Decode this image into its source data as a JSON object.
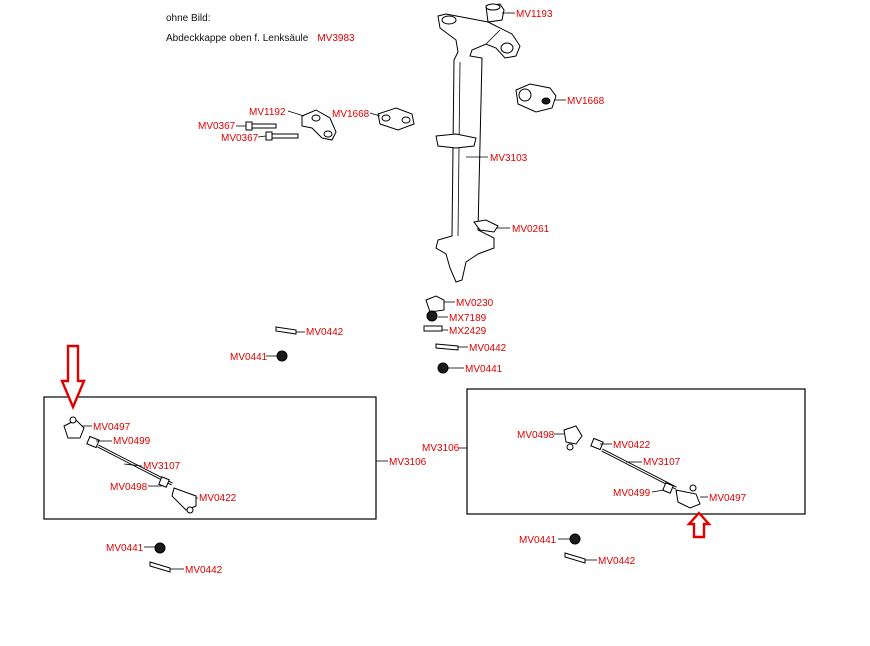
{
  "note": {
    "heading": "ohne Bild:",
    "item_text": "Abdeckkappe oben f. Lenksäule",
    "item_code": "MV3983"
  },
  "labels": {
    "mv1193": "MV1193",
    "mv1668_bracket": "MV1668",
    "mv1668_bearing": "MV1668",
    "mv1192": "MV1192",
    "mv0367_a": "MV0367",
    "mv0367_b": "MV0367",
    "mv3103": "MV3103",
    "mv0261": "MV0261",
    "mv0230": "MV0230",
    "mx7189": "MX7189",
    "mx2429": "MX2429",
    "mv0442_center": "MV0442",
    "mv0441_center": "MV0441",
    "mv0442_upper_left": "MV0442",
    "mv0441_upper_left": "MV0441",
    "mv3106_left": "MV3106",
    "mv3106_right": "MV3106",
    "left_mv0497": "MV0497",
    "left_mv0499": "MV0499",
    "left_mv3107": "MV3107",
    "left_mv0498": "MV0498",
    "left_mv0422": "MV0422",
    "right_mv0498": "MV0498",
    "right_mv0422": "MV0422",
    "right_mv3107": "MV3107",
    "right_mv0499": "MV0499",
    "right_mv0497": "MV0497",
    "mv0441_lower_left": "MV0441",
    "mv0442_lower_left": "MV0442",
    "mv0441_lower_right": "MV0441",
    "mv0442_lower_right": "MV0442"
  },
  "colors": {
    "label_red": "#e00000",
    "line_black": "#000000",
    "highlight_arrow": "#e00000"
  },
  "icons": {
    "highlight_left": "down-arrow-icon",
    "highlight_right": "up-arrow-icon"
  }
}
